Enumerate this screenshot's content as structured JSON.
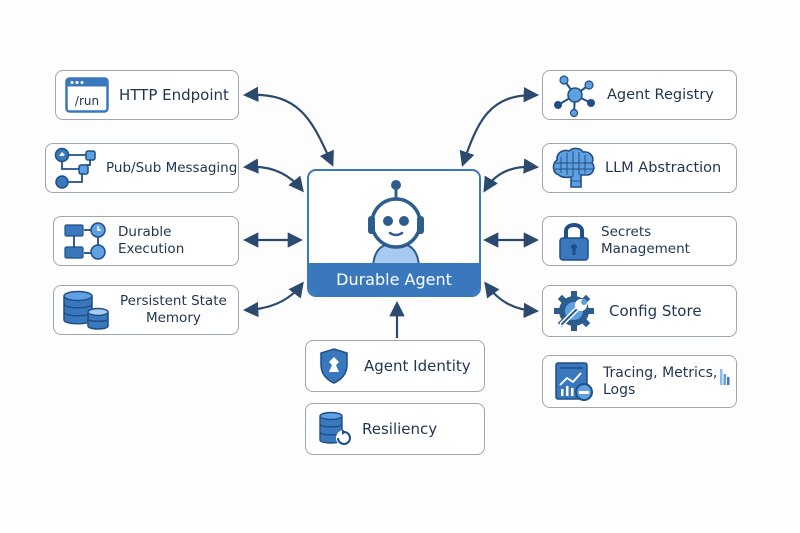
{
  "center": {
    "title": "Durable Agent",
    "icon": "robot-icon"
  },
  "left": [
    {
      "label": "HTTP Endpoint",
      "icon": "browser-window-icon",
      "icon_text": "/run"
    },
    {
      "label": "Pub/Sub Messaging",
      "icon": "message-flow-icon"
    },
    {
      "label": "Durable Execution",
      "icon": "workflow-clock-icon"
    },
    {
      "label": "Persistent State Memory",
      "line1": "Persistent State",
      "line2": "Memory",
      "icon": "database-icon"
    }
  ],
  "right": [
    {
      "label": "Agent Registry",
      "icon": "network-hub-icon"
    },
    {
      "label": "LLM Abstraction",
      "icon": "brain-chip-icon"
    },
    {
      "label": "Secrets Management",
      "icon": "padlock-icon"
    },
    {
      "label": "Config Store",
      "icon": "gear-wrench-icon"
    },
    {
      "label": "Tracing, Metrics, Logs",
      "line1": "Tracing, Metrics,",
      "line2": "Logs",
      "icon": "dashboard-chart-icon"
    }
  ],
  "bottom": [
    {
      "label": "Agent Identity",
      "icon": "shield-icon"
    },
    {
      "label": "Resiliency",
      "icon": "database-refresh-icon"
    }
  ],
  "colors": {
    "primary": "#3a78bd",
    "light": "#5fa0e0",
    "dark": "#1f4f86",
    "arrow": "#2c4a6e",
    "text": "#1f3550"
  }
}
